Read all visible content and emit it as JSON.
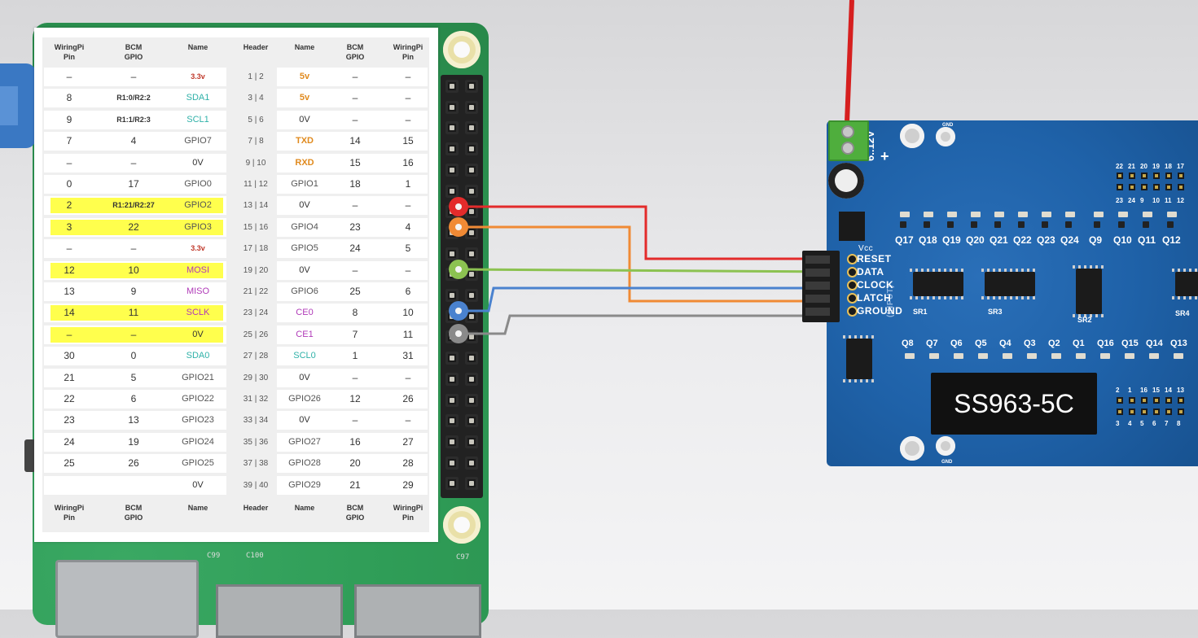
{
  "pinout": {
    "header_top": [
      "WiringPi\nPin",
      "BCM\nGPIO",
      "Name",
      "Header",
      "Name",
      "BCM\nGPIO",
      "WiringPi\nPin"
    ],
    "header_bottom": [
      "WiringPi\nPin",
      "BCM\nGPIO",
      "Name",
      "Header",
      "Name",
      "BCM\nGPIO",
      "WiringPi\nPin"
    ],
    "rows": [
      {
        "lwp": "–",
        "lbcm": "–",
        "lname": "3.3v",
        "header": "1 | 2",
        "rname": "5v",
        "rbcm": "–",
        "rwp": "–",
        "lcolor": "#c0392b",
        "rcolor": "#e08a1e",
        "hl": false
      },
      {
        "lwp": "8",
        "lbcm": "R1:0/R2:2",
        "lname": "SDA1",
        "header": "3 | 4",
        "rname": "5v",
        "rbcm": "–",
        "rwp": "–",
        "lcolor": "#2fb1a8",
        "rcolor": "#e08a1e",
        "hl": false
      },
      {
        "lwp": "9",
        "lbcm": "R1:1/R2:3",
        "lname": "SCL1",
        "header": "5 | 6",
        "rname": "0V",
        "rbcm": "–",
        "rwp": "–",
        "lcolor": "#2fb1a8",
        "rcolor": "#333333",
        "hl": false
      },
      {
        "lwp": "7",
        "lbcm": "4",
        "lname": "GPIO7",
        "header": "7 | 8",
        "rname": "TXD",
        "rbcm": "14",
        "rwp": "15",
        "lcolor": "#555555",
        "rcolor": "#e08a1e",
        "hl": false
      },
      {
        "lwp": "–",
        "lbcm": "–",
        "lname": "0V",
        "header": "9 | 10",
        "rname": "RXD",
        "rbcm": "15",
        "rwp": "16",
        "lcolor": "#333333",
        "rcolor": "#e08a1e",
        "hl": false
      },
      {
        "lwp": "0",
        "lbcm": "17",
        "lname": "GPIO0",
        "header": "11 | 12",
        "rname": "GPIO1",
        "rbcm": "18",
        "rwp": "1",
        "lcolor": "#555555",
        "rcolor": "#555555",
        "hl": false
      },
      {
        "lwp": "2",
        "lbcm": "R1:21/R2:27",
        "lname": "GPIO2",
        "header": "13 | 14",
        "rname": "0V",
        "rbcm": "–",
        "rwp": "–",
        "lcolor": "#555555",
        "rcolor": "#333333",
        "hl": true
      },
      {
        "lwp": "3",
        "lbcm": "22",
        "lname": "GPIO3",
        "header": "15 | 16",
        "rname": "GPIO4",
        "rbcm": "23",
        "rwp": "4",
        "lcolor": "#555555",
        "rcolor": "#555555",
        "hl": true
      },
      {
        "lwp": "–",
        "lbcm": "–",
        "lname": "3.3v",
        "header": "17 | 18",
        "rname": "GPIO5",
        "rbcm": "24",
        "rwp": "5",
        "lcolor": "#c0392b",
        "rcolor": "#555555",
        "hl": false
      },
      {
        "lwp": "12",
        "lbcm": "10",
        "lname": "MOSI",
        "header": "19 | 20",
        "rname": "0V",
        "rbcm": "–",
        "rwp": "–",
        "lcolor": "#b03ab8",
        "rcolor": "#333333",
        "hl": true
      },
      {
        "lwp": "13",
        "lbcm": "9",
        "lname": "MISO",
        "header": "21 | 22",
        "rname": "GPIO6",
        "rbcm": "25",
        "rwp": "6",
        "lcolor": "#b03ab8",
        "rcolor": "#555555",
        "hl": false
      },
      {
        "lwp": "14",
        "lbcm": "11",
        "lname": "SCLK",
        "header": "23 | 24",
        "rname": "CE0",
        "rbcm": "8",
        "rwp": "10",
        "lcolor": "#b03ab8",
        "rcolor": "#b03ab8",
        "hl": true
      },
      {
        "lwp": "–",
        "lbcm": "–",
        "lname": "0V",
        "header": "25 | 26",
        "rname": "CE1",
        "rbcm": "7",
        "rwp": "11",
        "lcolor": "#333333",
        "rcolor": "#b03ab8",
        "hl": true
      },
      {
        "lwp": "30",
        "lbcm": "0",
        "lname": "SDA0",
        "header": "27 | 28",
        "rname": "SCL0",
        "rbcm": "1",
        "rwp": "31",
        "lcolor": "#2fb1a8",
        "rcolor": "#2fb1a8",
        "hl": false
      },
      {
        "lwp": "21",
        "lbcm": "5",
        "lname": "GPIO21",
        "header": "29 | 30",
        "rname": "0V",
        "rbcm": "–",
        "rwp": "–",
        "lcolor": "#555555",
        "rcolor": "#333333",
        "hl": false
      },
      {
        "lwp": "22",
        "lbcm": "6",
        "lname": "GPIO22",
        "header": "31 | 32",
        "rname": "GPIO26",
        "rbcm": "12",
        "rwp": "26",
        "lcolor": "#555555",
        "rcolor": "#555555",
        "hl": false
      },
      {
        "lwp": "23",
        "lbcm": "13",
        "lname": "GPIO23",
        "header": "33 | 34",
        "rname": "0V",
        "rbcm": "–",
        "rwp": "–",
        "lcolor": "#555555",
        "rcolor": "#333333",
        "hl": false
      },
      {
        "lwp": "24",
        "lbcm": "19",
        "lname": "GPIO24",
        "header": "35 | 36",
        "rname": "GPIO27",
        "rbcm": "16",
        "rwp": "27",
        "lcolor": "#555555",
        "rcolor": "#555555",
        "hl": false
      },
      {
        "lwp": "25",
        "lbcm": "26",
        "lname": "GPIO25",
        "header": "37 | 38",
        "rname": "GPIO28",
        "rbcm": "20",
        "rwp": "28",
        "lcolor": "#555555",
        "rcolor": "#555555",
        "hl": false
      },
      {
        "lwp": "",
        "lbcm": "",
        "lname": "0V",
        "header": "39 | 40",
        "rname": "GPIO29",
        "rbcm": "21",
        "rwp": "29",
        "lcolor": "#333333",
        "rcolor": "#555555",
        "hl": false
      }
    ]
  },
  "connector": {
    "input_label": "(INPUT)",
    "vcc_label": "Vcc",
    "pins": [
      "RESET",
      "DATA",
      "CLOCK",
      "LATCH",
      "GROUND"
    ]
  },
  "wires": [
    {
      "name": "reset",
      "color": "#e32b2b"
    },
    {
      "name": "latch",
      "color": "#f08a35"
    },
    {
      "name": "data",
      "color": "#8cc251"
    },
    {
      "name": "clock",
      "color": "#4a82cf"
    },
    {
      "name": "ground",
      "color": "#8a8a8a"
    }
  ],
  "ss_board": {
    "title": "SS963-5C",
    "voltage": "6..12V",
    "gnd": "GND",
    "q_top": [
      "Q17",
      "Q18",
      "Q19",
      "Q20",
      "Q21",
      "Q22",
      "Q23",
      "Q24",
      "Q9",
      "Q10",
      "Q11",
      "Q12"
    ],
    "q_mid": [
      "Q8",
      "Q7",
      "Q6",
      "Q5",
      "Q4",
      "Q3",
      "Q2",
      "Q1",
      "Q16",
      "Q15",
      "Q14",
      "Q13"
    ],
    "sr": [
      "SR1",
      "SR3",
      "SR2",
      "SR4"
    ],
    "top_pin_nums_a": [
      "22",
      "21",
      "20",
      "19",
      "18",
      "17"
    ],
    "top_pin_nums_b": [
      "23",
      "24",
      "9",
      "10",
      "11",
      "12"
    ],
    "bot_pin_nums_a": [
      "2",
      "1",
      "16",
      "15",
      "14",
      "13"
    ],
    "bot_pin_nums_b": [
      "3",
      "4",
      "5",
      "6",
      "7",
      "8"
    ]
  },
  "pi_silk": [
    "C99",
    "C100",
    "C97"
  ]
}
